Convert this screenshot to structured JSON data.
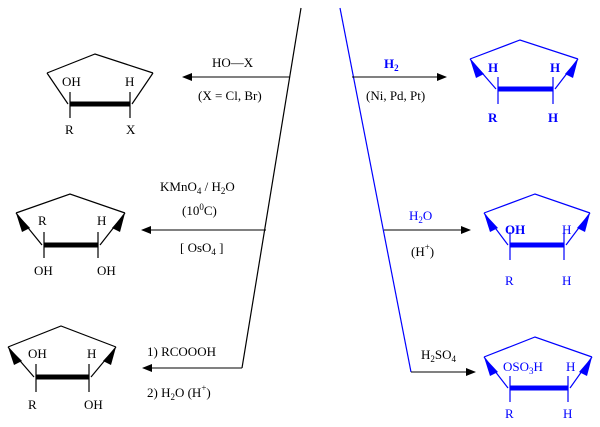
{
  "colors": {
    "black": "#000000",
    "blue": "#0000ff"
  },
  "reactions": {
    "hox": {
      "reagent_main": "HO",
      "reagent_dash": "—",
      "reagent_x": "X",
      "condition": "(X = Cl, Br)"
    },
    "kmno4": {
      "line1_k": "KMnO",
      "line1_k_sub": "4",
      "line1_rest": " / H",
      "line1_h_sub": "2",
      "line1_o": "O",
      "line2_open": "(10",
      "line2_sup": "0",
      "line2_close": "C)",
      "line3_open": "[ OsO",
      "line3_sub": "4",
      "line3_close": " ]"
    },
    "peracid": {
      "step1": "1) RCOOOH",
      "step2_main": "2) H",
      "step2_sub": "2",
      "step2_o": "O (H",
      "step2_sup": "+",
      "step2_close": ")"
    },
    "h2": {
      "reagent_h": "H",
      "reagent_sub": "2",
      "condition": "(Ni, Pd, Pt)"
    },
    "h2o": {
      "reagent_h": "H",
      "reagent_sub": "2",
      "reagent_o": "O",
      "condition_open": "(H",
      "condition_sup": "+",
      "condition_close": ")"
    },
    "h2so4": {
      "reagent_h": "H",
      "reagent_sub": "2",
      "reagent_so": "SO",
      "reagent_sub2": "4"
    }
  },
  "molecules": {
    "halohydrin": {
      "top_left": "OH",
      "top_right": "H",
      "bottom_left": "R",
      "bottom_right": "X"
    },
    "diol_cis": {
      "top_left": "R",
      "top_right": "H",
      "bottom_left": "OH",
      "bottom_right": "OH"
    },
    "diol_trans": {
      "top_left": "OH",
      "top_right": "H",
      "bottom_left": "R",
      "bottom_right": "OH"
    },
    "alkane": {
      "top_left": "H",
      "top_right": "H",
      "bottom_left": "R",
      "bottom_right": "H"
    },
    "alcohol": {
      "top_left": "OH",
      "top_right": "H",
      "bottom_left": "R",
      "bottom_right": "H"
    },
    "sulfate": {
      "top_left_main": "OSO",
      "top_left_sub": "3",
      "top_left_h": "H",
      "top_right": "H",
      "bottom_left": "R",
      "bottom_right": "H"
    }
  }
}
